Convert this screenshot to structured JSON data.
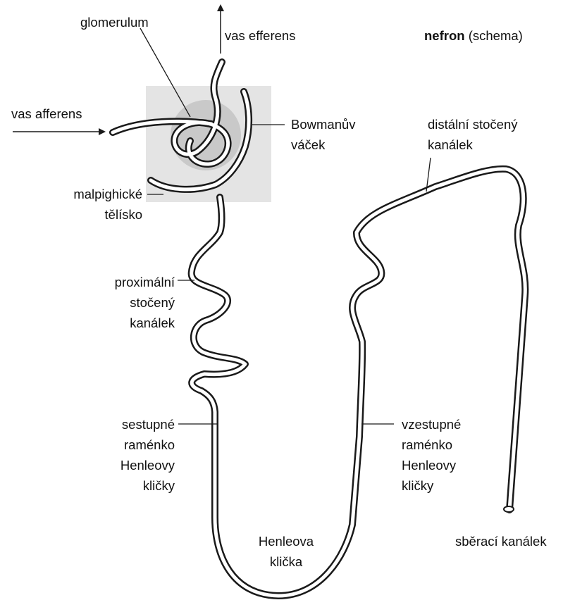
{
  "title": {
    "bold": "nefron",
    "rest": " (schema)"
  },
  "labels": {
    "glomerulum": "glomerulum",
    "vas_efferens": "vas efferens",
    "vas_afferens": "vas afferens",
    "bowman": [
      "Bowmanův",
      "váček"
    ],
    "malpighi": [
      "malpighické",
      "tělísko"
    ],
    "proximal": [
      "proximální",
      "stočený",
      "kanálek"
    ],
    "distal": [
      "distální stočený",
      "kanálek"
    ],
    "descending": [
      "sestupné",
      "raménko",
      "Henleovy",
      "kličky"
    ],
    "ascending": [
      "vzestupné",
      "raménko",
      "Henleovy",
      "kličky"
    ],
    "loop": [
      "Henleova",
      "klička"
    ],
    "collecting": "sběrací kanálek"
  },
  "colors": {
    "line": "#1a1a1a",
    "corpuscle_box": "#e4e4e4",
    "glomerulus": "#c9c9c9",
    "background": "#ffffff"
  }
}
